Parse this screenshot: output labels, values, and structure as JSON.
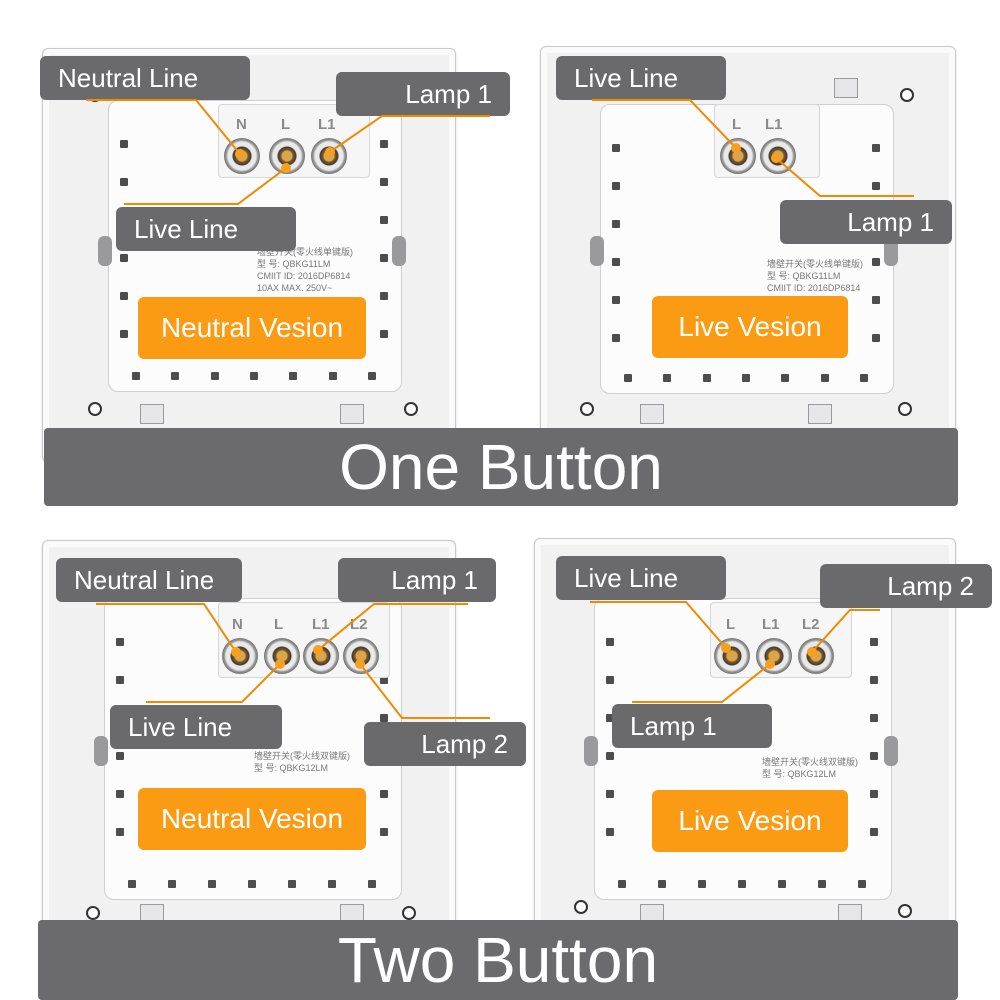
{
  "panels": [
    {
      "terminals": [
        "N",
        "L",
        "L1"
      ],
      "labels": [
        "Neutral Line",
        "Lamp 1",
        "Live Line"
      ],
      "version": "Neutral Vesion"
    },
    {
      "terminals": [
        "L",
        "L1"
      ],
      "labels": [
        "Live Line",
        "Lamp 1"
      ],
      "version": "Live Vesion"
    },
    {
      "terminals": [
        "N",
        "L",
        "L1",
        "L2"
      ],
      "labels": [
        "Neutral Line",
        "Lamp 1",
        "Live Line",
        "Lamp 2"
      ],
      "version": "Neutral Vesion"
    },
    {
      "terminals": [
        "L",
        "L1",
        "L2"
      ],
      "labels": [
        "Live Line",
        "Lamp 2",
        "Lamp 1"
      ],
      "version": "Live Vesion"
    }
  ],
  "bands": {
    "one": "One Button",
    "two": "Two Button"
  },
  "colors": {
    "accent": "#fb9a13",
    "label_bg": "#6a6a6d",
    "band_bg": "#6b6b6e"
  }
}
